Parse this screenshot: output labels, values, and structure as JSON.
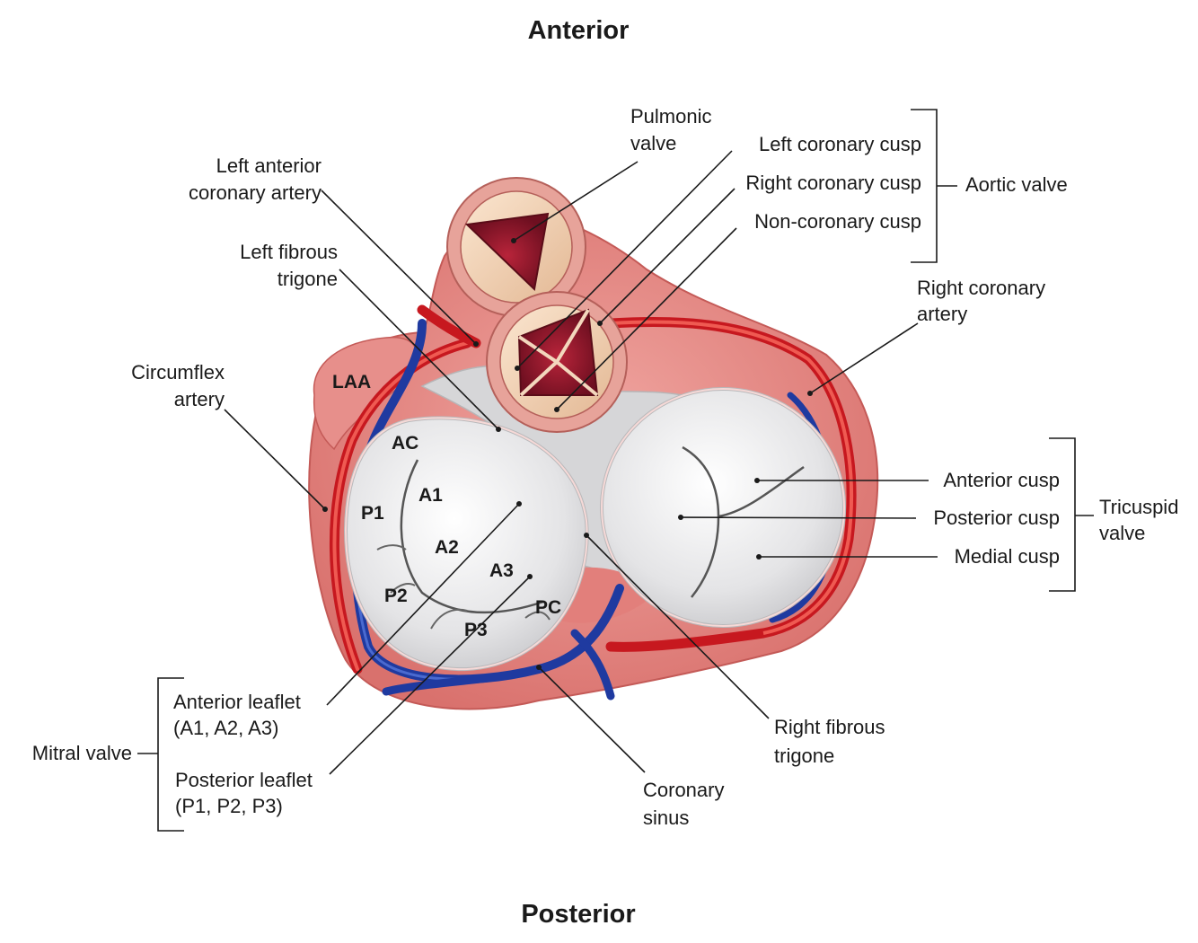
{
  "orientation": {
    "top": "Anterior",
    "bottom": "Posterior"
  },
  "labels": {
    "pulmonic_valve": [
      "Pulmonic",
      "valve"
    ],
    "left_coronary_cusp": "Left coronary cusp",
    "right_coronary_cusp": "Right coronary cusp",
    "non_coronary_cusp": "Non-coronary cusp",
    "aortic_valve": "Aortic valve",
    "left_anterior_coronary_artery": [
      "Left anterior",
      "coronary artery"
    ],
    "left_fibrous_trigone": [
      "Left fibrous",
      "trigone"
    ],
    "right_coronary_artery": [
      "Right coronary",
      "artery"
    ],
    "circumflex_artery": [
      "Circumflex",
      "artery"
    ],
    "anterior_cusp": "Anterior cusp",
    "posterior_cusp": "Posterior cusp",
    "medial_cusp": "Medial cusp",
    "tricuspid_valve": [
      "Tricuspid",
      "valve"
    ],
    "anterior_leaflet": [
      "Anterior leaflet",
      "(A1, A2, A3)"
    ],
    "posterior_leaflet": [
      "Posterior leaflet",
      "(P1, P2, P3)"
    ],
    "mitral_valve": "Mitral valve",
    "right_fibrous_trigone": [
      "Right fibrous",
      "trigone"
    ],
    "coronary_sinus": [
      "Coronary",
      "sinus"
    ]
  },
  "segments": {
    "laa": "LAA",
    "ac": "AC",
    "a1": "A1",
    "p1": "P1",
    "a2": "A2",
    "a3": "A3",
    "p2": "P2",
    "pc": "PC",
    "p3": "P3"
  },
  "colors": {
    "myocardium": "#e58a86",
    "artery": "#d6252b",
    "vein": "#1f3aa0",
    "valve_leaflet": "#e9e9ea",
    "annulus": "#c8c8ca"
  }
}
